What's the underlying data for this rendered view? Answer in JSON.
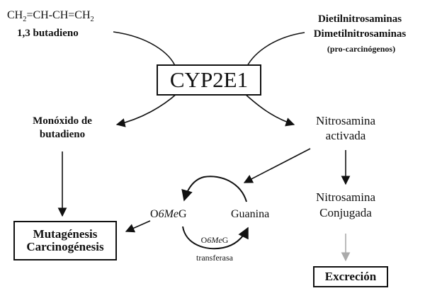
{
  "substrate_left": {
    "formula_parts": [
      "CH",
      "2",
      "=CH-CH=CH",
      "2"
    ],
    "name": "1,3 butadieno"
  },
  "substrate_right": {
    "line1": "Dietilnitrosaminas",
    "line2": "Dimetilnitrosaminas",
    "line3": "(pro-carcinógenos)"
  },
  "enzyme": "CYP2E1",
  "monoxide": {
    "line1": "Monóxido de",
    "line2": "butadieno"
  },
  "activated": {
    "line1": "Nitrosamina",
    "line2": "activada"
  },
  "mutagenesis": {
    "line1": "Mutagénesis",
    "line2": "Carcinogénesis"
  },
  "o6meg": {
    "prefix": "O",
    "italic": "6Me",
    "suffix": "G"
  },
  "guanine": "Guanina",
  "transferase": {
    "prefix": "O",
    "italic": "6Me",
    "suffix": "G",
    "line2": "transferasa"
  },
  "conjugated": {
    "line1": "Nitrosamina",
    "line2": "Conjugada"
  },
  "excretion": "Excreción"
}
